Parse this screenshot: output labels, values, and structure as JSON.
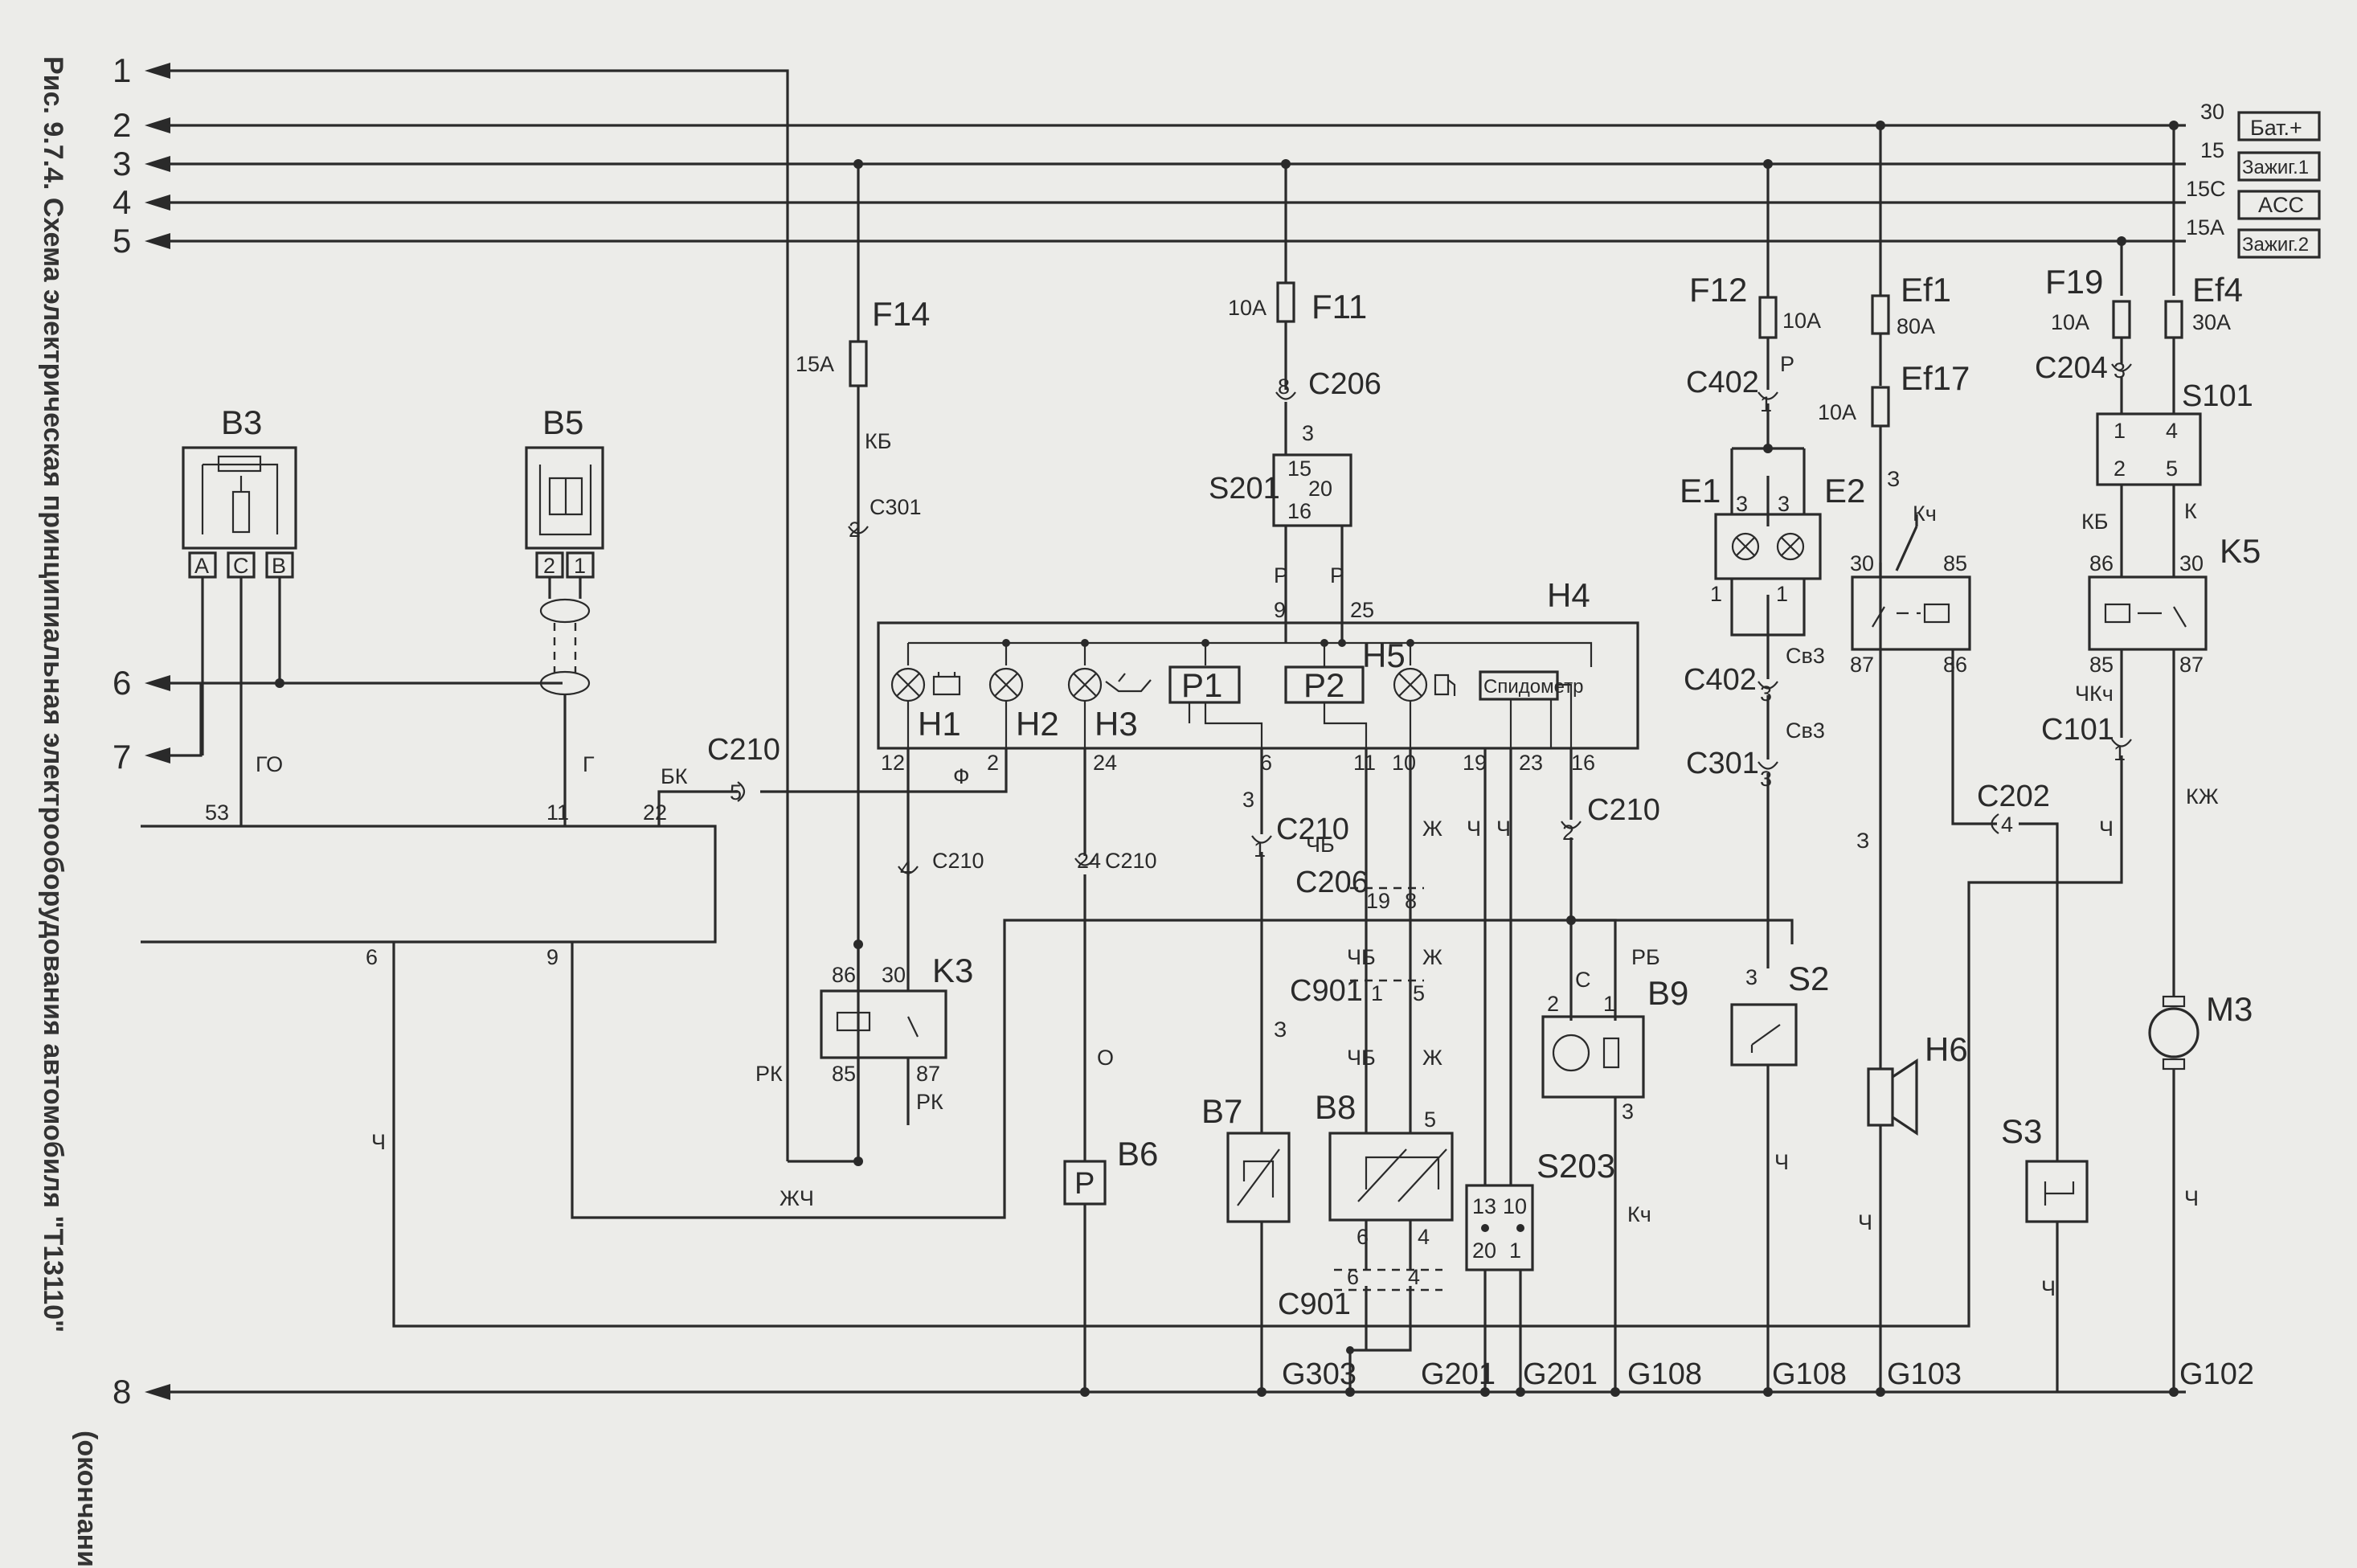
{
  "caption": {
    "line1": "Рис. 9.7.4. Схема электрическая принципиальная электрооборудования автомобиля \"Т13110\"",
    "line2": "(окончание)."
  },
  "buses": [
    {
      "num": "1"
    },
    {
      "num": "2",
      "term": "30",
      "label": "Бат.+"
    },
    {
      "num": "3",
      "term": "15",
      "label": "Зажиг.1"
    },
    {
      "num": "4",
      "term": "15С",
      "label": "ACC"
    },
    {
      "num": "5",
      "term": "15А",
      "label": "Зажиг.2"
    },
    {
      "num": "6"
    },
    {
      "num": "7"
    },
    {
      "num": "8"
    }
  ],
  "fuses": {
    "F14": {
      "name": "F14",
      "rating": "15А"
    },
    "F11": {
      "name": "F11",
      "rating": "10А"
    },
    "F12": {
      "name": "F12",
      "rating": "10А"
    },
    "Ef1": {
      "name": "Ef1",
      "rating": "80А"
    },
    "Ef17": {
      "name": "Ef17",
      "rating": "10А"
    },
    "F19": {
      "name": "F19",
      "rating": "10А"
    },
    "Ef4": {
      "name": "Ef4",
      "rating": "30А"
    }
  },
  "components": {
    "B3": "B3",
    "B5": "B5",
    "B6": "B6",
    "B7": "B7",
    "B8": "B8",
    "B9": "B9",
    "H1": "H1",
    "H2": "H2",
    "H3": "H3",
    "H4": "H4",
    "H5": "H5",
    "H6": "H6",
    "K3": "K3",
    "K5": "K5",
    "E1": "E1",
    "E2": "E2",
    "S2": "S2",
    "S3": "S3",
    "M3": "M3",
    "S201": "S201",
    "S203": "S203",
    "S101": "S101",
    "P1": "P1",
    "P2": "P2",
    "speedo": "Спидометр",
    "pressure": "Р"
  },
  "connectors": {
    "C206a": "C206",
    "C206b": "C206",
    "C301a": "C301",
    "C301b": "C301",
    "C402a": "C402",
    "C402b": "C402",
    "C204": "C204",
    "C210a": "C210",
    "C210b": "C210",
    "C210c": "C210",
    "C210d": "C210",
    "C210e": "C210",
    "C901a": "C901",
    "C901b": "C901",
    "C202": "C202",
    "C101": "C101"
  },
  "grounds": [
    "G303",
    "G201",
    "G201",
    "G108",
    "G108",
    "G103",
    "G102"
  ],
  "wire_colors": {
    "KB": "КБ",
    "P": "Р",
    "GO": "ГО",
    "G": "Г",
    "BK": "БК",
    "F": "Ф",
    "RK": "РК",
    "ZhCh": "ЖЧ",
    "Ch": "Ч",
    "ChB": "ЧБ",
    "Zh": "Ж",
    "O": "О",
    "RB": "РБ",
    "C": "С",
    "Kch": "Кч",
    "Sv3": "Св3",
    "ChKch": "ЧКч",
    "K": "К",
    "KZh": "КЖ",
    "Z": "З"
  },
  "pins": {
    "p53": "53",
    "p11": "11",
    "p22": "22",
    "p6": "6",
    "p9": "9",
    "p12": "12",
    "p2": "2",
    "p24": "24",
    "p6b": "6",
    "p11b": "11",
    "p10": "10",
    "p19": "19",
    "p23": "23",
    "p16": "16",
    "p9b": "9",
    "p25": "25",
    "p3": "3",
    "p15": "15",
    "p16b": "16",
    "p20": "20",
    "p8": "8",
    "p86": "86",
    "p30": "30",
    "p85": "85",
    "p87": "87",
    "p1": "1",
    "p4": "4",
    "p5": "5",
    "p13": "13",
    "p10b": "10",
    "p20b": "20",
    "p1b": "1",
    "A": "A",
    "Cc": "C",
    "B": "B",
    "p2b": "2",
    "p1c": "1"
  }
}
